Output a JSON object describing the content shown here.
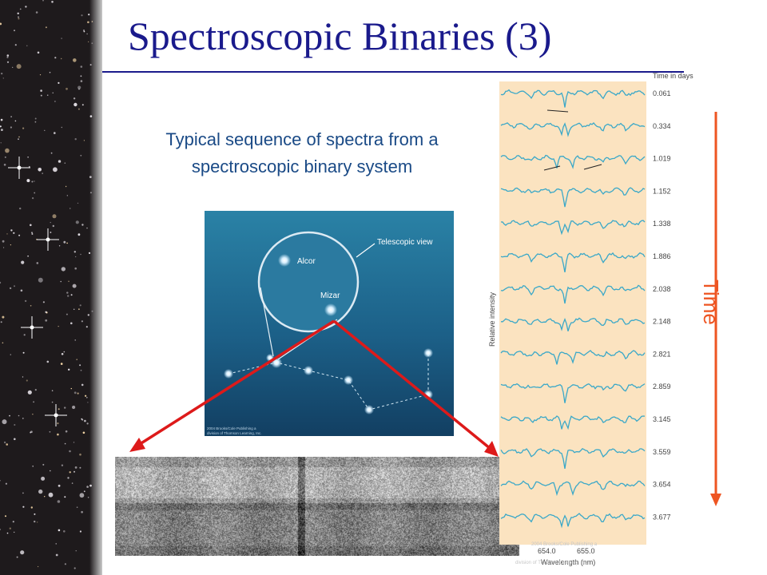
{
  "slide": {
    "title": "Spectroscopic Binaries (3)",
    "caption_line1": "Typical sequence of spectra from a",
    "caption_line2": "spectroscopic binary system",
    "time_label": "Time"
  },
  "telescope_figure": {
    "view_label": "Telescopic view",
    "alcor_label": "Alcor",
    "mizar_label": "Mizar",
    "credit_line1": "2004 Brooks/Cole Publishing a",
    "credit_line2": "division of Thomson Learning, Inc."
  },
  "spectra_panel": {
    "time_header": "Time in days",
    "y_axis_label": "Relative intensity",
    "x_axis_label": "Wavelength (nm)",
    "x_ticks": [
      "654.0",
      "655.0"
    ],
    "times": [
      "0.061",
      "0.334",
      "1.019",
      "1.152",
      "1.338",
      "1.886",
      "2.038",
      "2.148",
      "2.821",
      "2.859",
      "3.145",
      "3.559",
      "3.654",
      "3.677"
    ],
    "line_color": "#3aa8c8",
    "panel_color": "#fbe3c0",
    "credit_line1": "2004 Brooks/Cole Publishing a",
    "credit_line2": "division of Thomson Learning, Inc."
  },
  "colors": {
    "title": "#1a1a8c",
    "caption": "#1a4a86",
    "time_arrow": "#ee5522",
    "pointer_arrows": "#dd1a1a"
  }
}
